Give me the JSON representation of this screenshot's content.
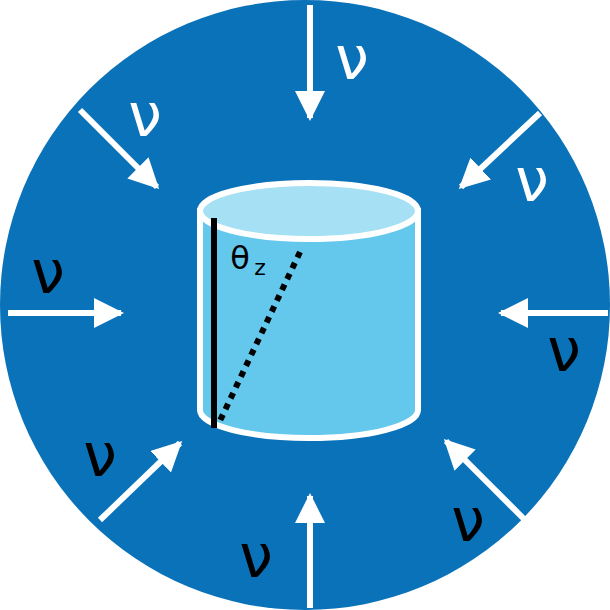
{
  "diagram": {
    "labels": [
      "ν",
      "ν",
      "ν",
      "θ",
      "z",
      "ν",
      "ν",
      "ν",
      "ν",
      "ν"
    ]
  }
}
